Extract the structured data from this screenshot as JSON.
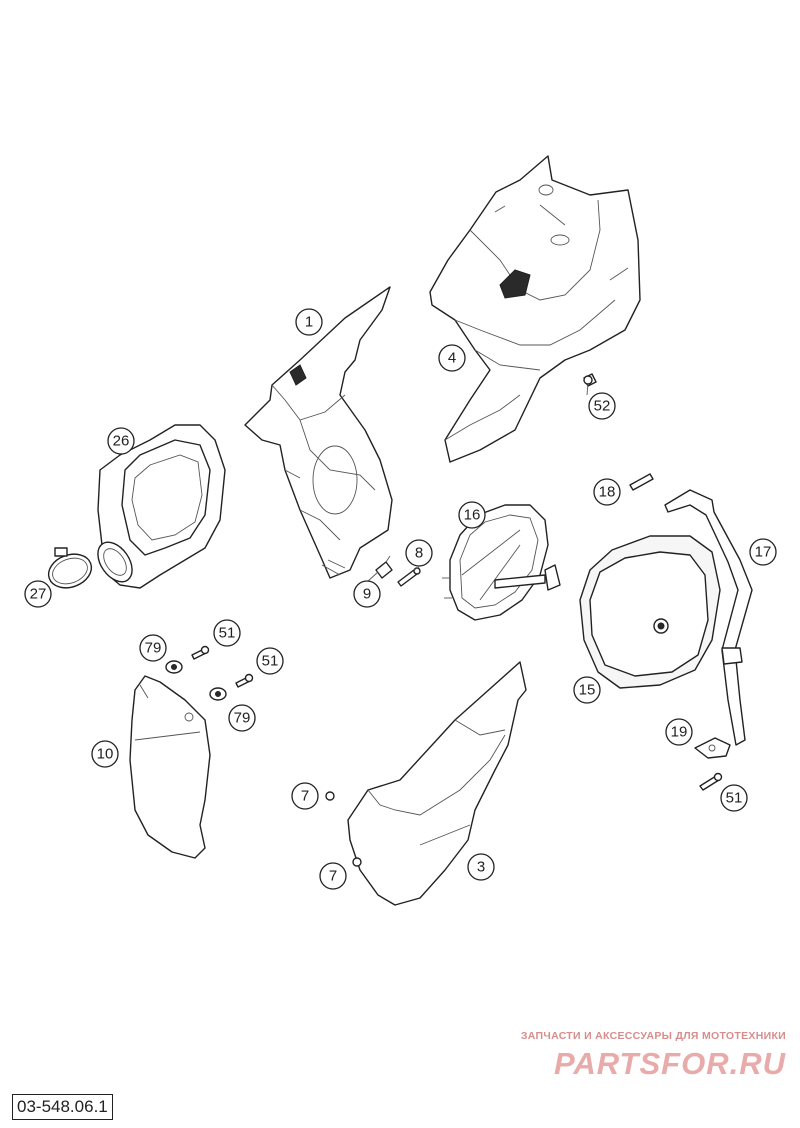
{
  "callouts": [
    {
      "id": "c1",
      "label": "1"
    },
    {
      "id": "c4",
      "label": "4"
    },
    {
      "id": "c52",
      "label": "52"
    },
    {
      "id": "c26",
      "label": "26"
    },
    {
      "id": "c16",
      "label": "16"
    },
    {
      "id": "c8",
      "label": "8"
    },
    {
      "id": "c9",
      "label": "9"
    },
    {
      "id": "c18",
      "label": "18"
    },
    {
      "id": "c17",
      "label": "17"
    },
    {
      "id": "c27",
      "label": "27"
    },
    {
      "id": "c15",
      "label": "15"
    },
    {
      "id": "c79a",
      "label": "79"
    },
    {
      "id": "c51a",
      "label": "51"
    },
    {
      "id": "c51b",
      "label": "51"
    },
    {
      "id": "c79b",
      "label": "79"
    },
    {
      "id": "c10",
      "label": "10"
    },
    {
      "id": "c19",
      "label": "19"
    },
    {
      "id": "c7a",
      "label": "7"
    },
    {
      "id": "c51c",
      "label": "51"
    },
    {
      "id": "c3",
      "label": "3"
    },
    {
      "id": "c7b",
      "label": "7"
    }
  ],
  "document_code": "03-548.06.1",
  "watermark": {
    "tagline": "ЗАПЧАСТИ И АКСЕССУАРЫ ДЛЯ МОТОТЕХНИКИ",
    "logo": "PARTSFOR.RU"
  }
}
